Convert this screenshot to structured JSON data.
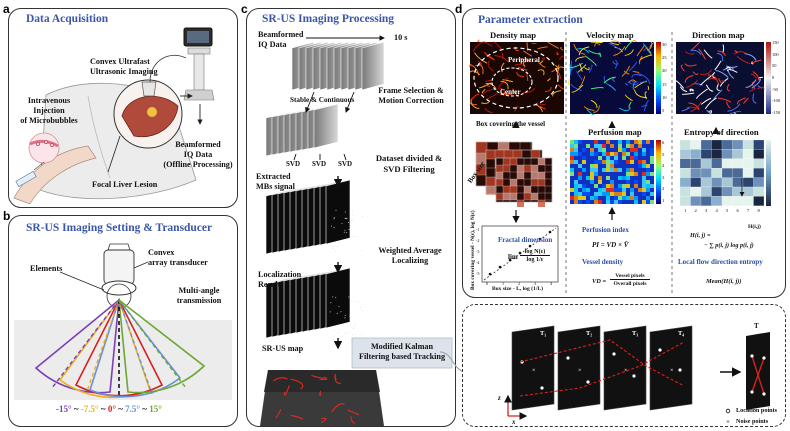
{
  "panels": {
    "a": {
      "label": "a",
      "title": "Data Acquisition",
      "convex_line1": "Convex Ultrafast",
      "convex_line2": "Ultrasonic Imaging",
      "injection_line1": "Intravenous",
      "injection_line2": "Injection",
      "injection_line3": "of Microbubbles",
      "beamformed_line1": "Beamformed",
      "beamformed_line2": "IQ Data",
      "beamformed_line3": "(Offline Processing)",
      "lesion": "Focal Liver Lesion"
    },
    "b": {
      "label": "b",
      "title": "SR-US Imaging Setting & Transducer",
      "transducer_line1": "Convex",
      "transducer_line2": "array transducer",
      "elements": "Elements",
      "multiangle_line1": "Multi-angle",
      "multiangle_line2": "transmission",
      "angles": [
        {
          "text": "-15°",
          "color": "#7b3fb8"
        },
        {
          "text": "~",
          "color": "#111111"
        },
        {
          "text": "-7.5°",
          "color": "#e8b020"
        },
        {
          "text": "~",
          "color": "#111111"
        },
        {
          "text": "0°",
          "color": "#d82020"
        },
        {
          "text": "~",
          "color": "#111111"
        },
        {
          "text": "7.5°",
          "color": "#6a8fd8"
        },
        {
          "text": "~",
          "color": "#111111"
        },
        {
          "text": "15°",
          "color": "#6aa832"
        }
      ]
    },
    "c": {
      "label": "c",
      "title": "SR-US Imaging Processing",
      "iq_line1": "Beamformed",
      "iq_line2": "IQ Data",
      "duration": "10 s",
      "stable": "Stable & Continuous",
      "frame_line1": "Frame Selection &",
      "frame_line2": "Motion Correction",
      "svd1": "SVD",
      "svd2": "SVD",
      "svd3": "SVD",
      "mbs_line1": "Extracted",
      "mbs_line2": "MBs signal",
      "dataset_line1": "Dataset divided &",
      "dataset_line2": "SVD Filtering",
      "weighted_line1": "Weighted Average",
      "weighted_line2": "Localizing",
      "localization_line1": "Localization",
      "localization_line2": "Result",
      "kalman_line1": "Modified Kalman",
      "kalman_line2": "Filtering based Tracking",
      "srus": "SR-US map"
    },
    "d": {
      "label": "d",
      "title": "Parameter extraction",
      "density_title": "Density map",
      "velocity_title": "Velocity map",
      "direction_title": "Direction map",
      "peripheral": "Peripheral",
      "center": "Center",
      "box_cover": "Box covering the vessel",
      "box_size": "Box size",
      "fractal": "Fractal dimension",
      "fractal_lim": "lim",
      "fractal_num": "log N(ε)",
      "fractal_den": "log 1/ε",
      "fractal_ylabel": "Box covering vessel - N(ε), log N(ε)",
      "fractal_xlabel": "Box size - L, log (1/L)",
      "perfusion_title": "Perfusion map",
      "perfusion_index": "Perfusion index",
      "perfusion_formula": "PI = VD × V̄",
      "vessel_density": "Vessel density",
      "vd_lhs": "VD =",
      "vd_num": "Vessel pixels",
      "vd_den": "Overall pixels",
      "entropy_title": "Entropy of direction",
      "entropy_formula1": "H(i, j) =",
      "entropy_formula2": "− ∑ p(i, j) log p(i, j)",
      "hij": "H(i,j)",
      "local_entropy": "Local flow direction entropy",
      "mean_formula": "Mean(H(i, j))",
      "velocity_ticks": [
        "30",
        "25",
        "20",
        "15",
        "10",
        "5"
      ],
      "direction_ticks": [
        "150",
        "100",
        "50",
        "0",
        "-50",
        "-100",
        "-150"
      ],
      "perfusion_ticks": [
        "6",
        "5",
        "4",
        "3",
        "2",
        "1"
      ],
      "entropy_ticks": [
        "1",
        "2",
        "3",
        "4",
        "5",
        "6",
        "7",
        "8"
      ],
      "fractal_ticks": [
        "-1",
        "-2",
        "-3",
        "-4",
        "-5",
        "0",
        "1",
        "2",
        "3",
        "4"
      ]
    },
    "e": {
      "frames": [
        "T₁",
        "T₂",
        "T₃",
        "T₄"
      ],
      "result": "T",
      "axis_z": "z",
      "axis_x": "x",
      "legend_location": "Location points",
      "legend_noise": "Noise points"
    }
  }
}
